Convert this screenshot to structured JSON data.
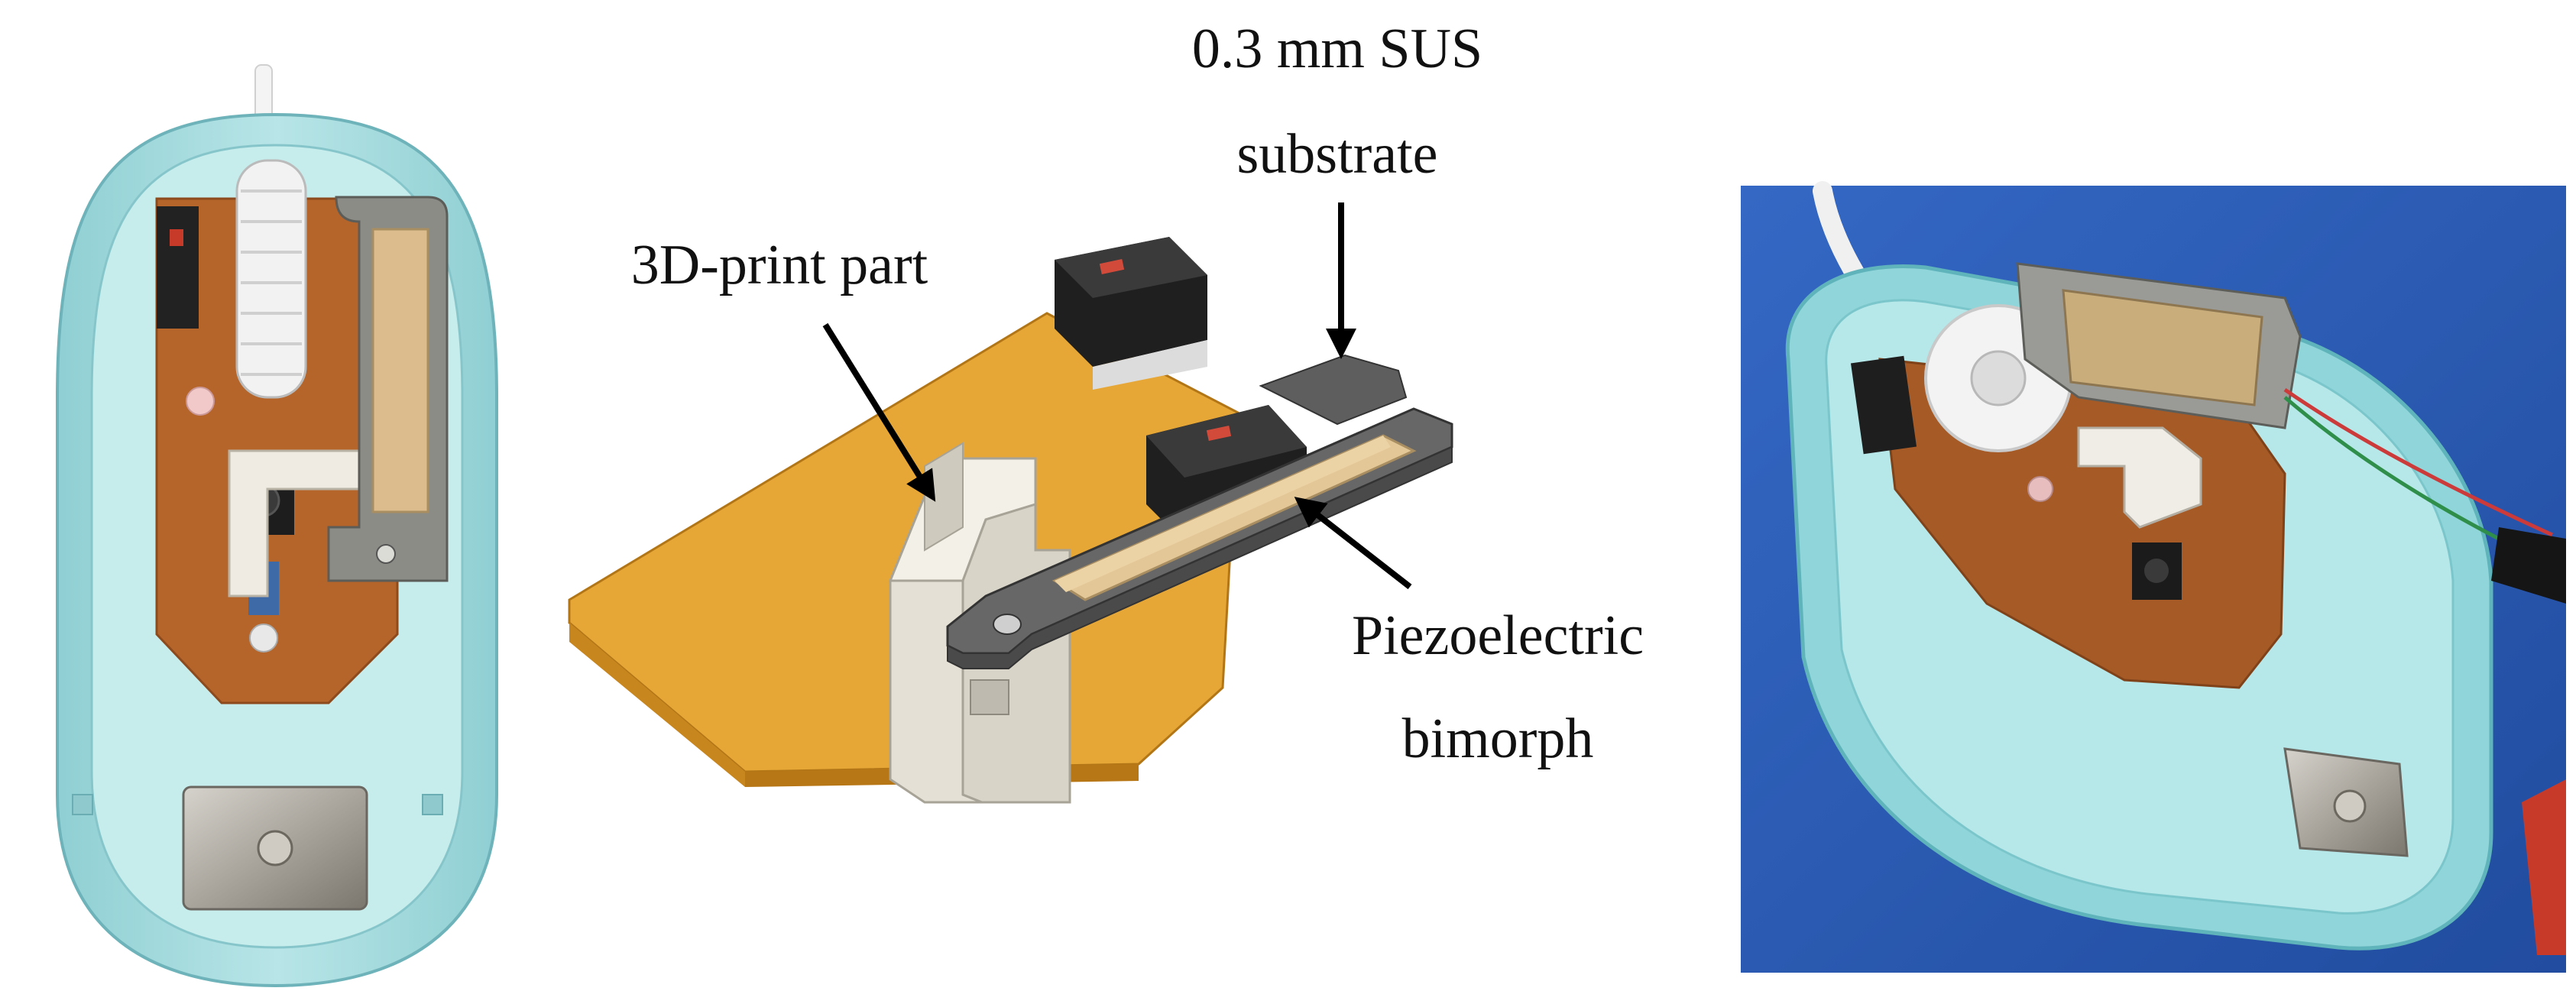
{
  "labels": {
    "substrate_line1": "0.3 mm SUS",
    "substrate_line2": "substrate",
    "print_part": "3D-print part",
    "piezo_line1": "Piezoelectric",
    "piezo_line2": "bimorph"
  },
  "colors": {
    "shell": "#a9dcdf",
    "shell_dark": "#79bfc4",
    "pcb": "#b5652a",
    "pcb_cad": "#e7a737",
    "sus_plate": "#676767",
    "piezo": "#dcbc8c",
    "print_part": "#ece8df",
    "photo_bg": "#2c5cb8",
    "switch": "#262626",
    "arrow": "#000000"
  },
  "icons": [
    "arrow-down-icon",
    "arrow-diagonal-icon"
  ]
}
